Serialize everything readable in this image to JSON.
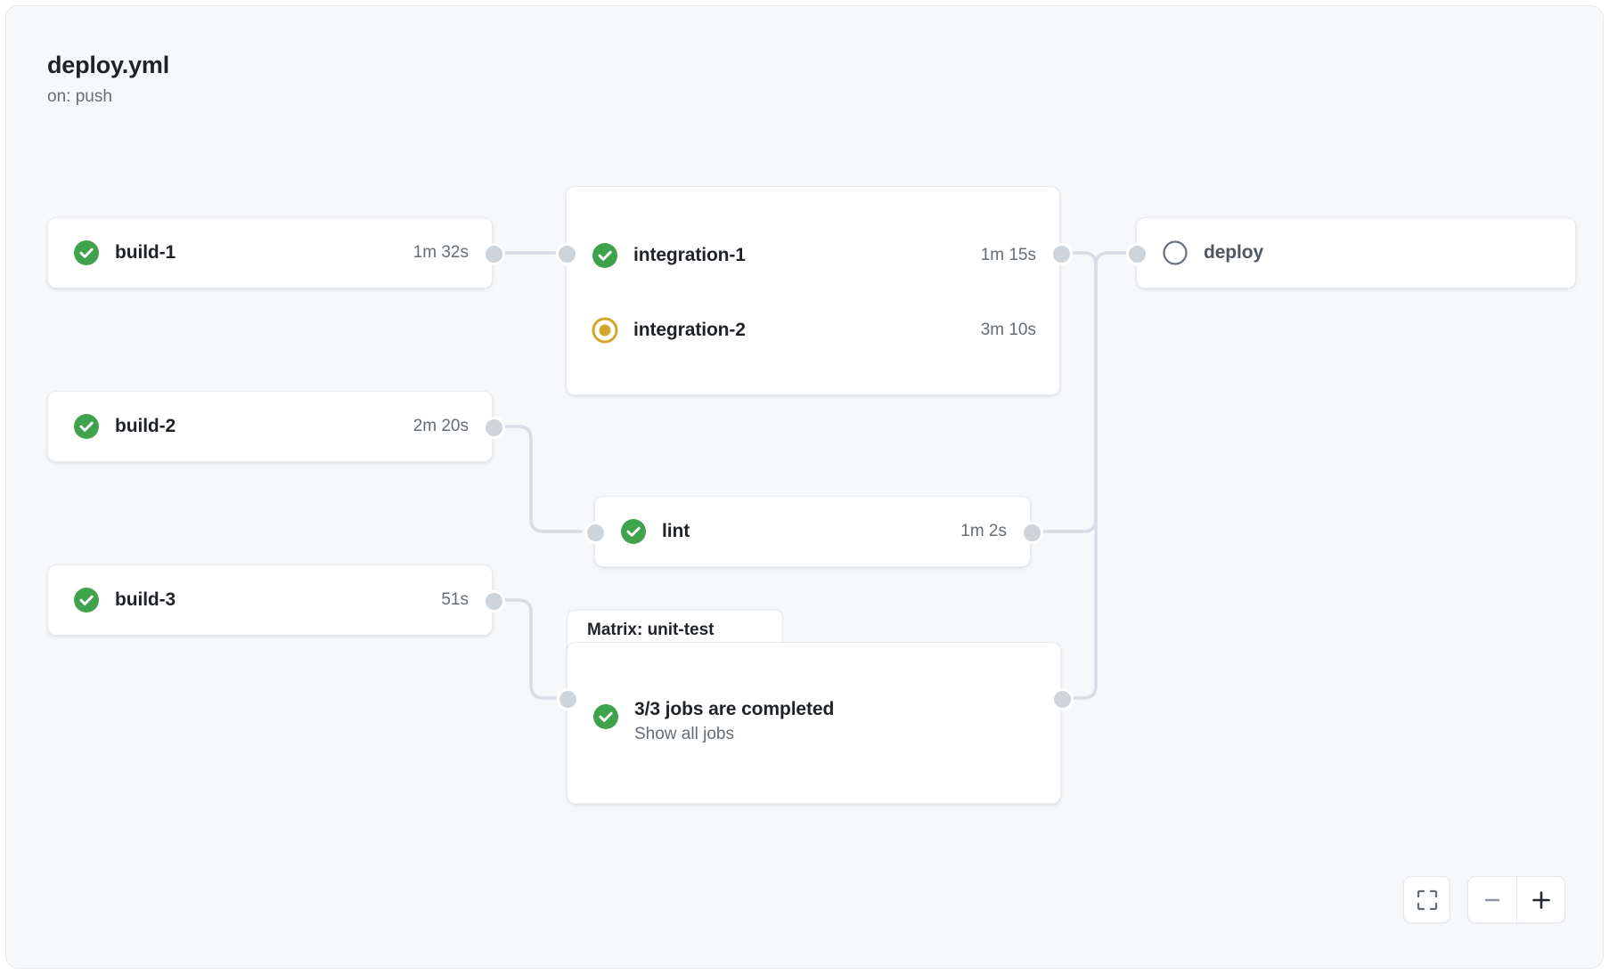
{
  "workflow": {
    "title": "deploy.yml",
    "trigger": "on: push"
  },
  "colors": {
    "canvas_bg": "#f6f8fa",
    "node_bg": "#ffffff",
    "node_border": "#e8ecf0",
    "edge": "#d8dee4",
    "port": "#cdd4da",
    "success": "#3fa34d",
    "in_progress": "#d4a72c",
    "pending": "#8c959f",
    "text_primary": "#1f2328",
    "text_muted": "#656d76"
  },
  "nodes": {
    "build_1": {
      "name": "build-1",
      "duration": "1m 32s",
      "status": "success",
      "status_icon": "check-circle-icon"
    },
    "build_2": {
      "name": "build-2",
      "duration": "2m 20s",
      "status": "success",
      "status_icon": "check-circle-icon"
    },
    "build_3": {
      "name": "build-3",
      "duration": "51s",
      "status": "success",
      "status_icon": "check-circle-icon"
    },
    "integration_1": {
      "name": "integration-1",
      "duration": "1m 15s",
      "status": "success",
      "status_icon": "check-circle-icon"
    },
    "integration_2": {
      "name": "integration-2",
      "duration": "3m 10s",
      "status": "in_progress",
      "status_icon": "in-progress-dot-icon"
    },
    "lint": {
      "name": "lint",
      "duration": "1m 2s",
      "status": "success",
      "status_icon": "check-circle-icon"
    },
    "deploy": {
      "name": "deploy",
      "duration": "",
      "status": "pending",
      "status_icon": "pending-circle-icon"
    },
    "matrix": {
      "tab_label": "Matrix: unit-test",
      "summary": "3/3 jobs are completed",
      "link_label": "Show all jobs",
      "status": "success",
      "status_icon": "check-circle-icon"
    }
  },
  "controls": {
    "fit_label": "fit-to-screen-icon",
    "zoom_out_label": "minus-icon",
    "zoom_in_label": "plus-icon"
  }
}
